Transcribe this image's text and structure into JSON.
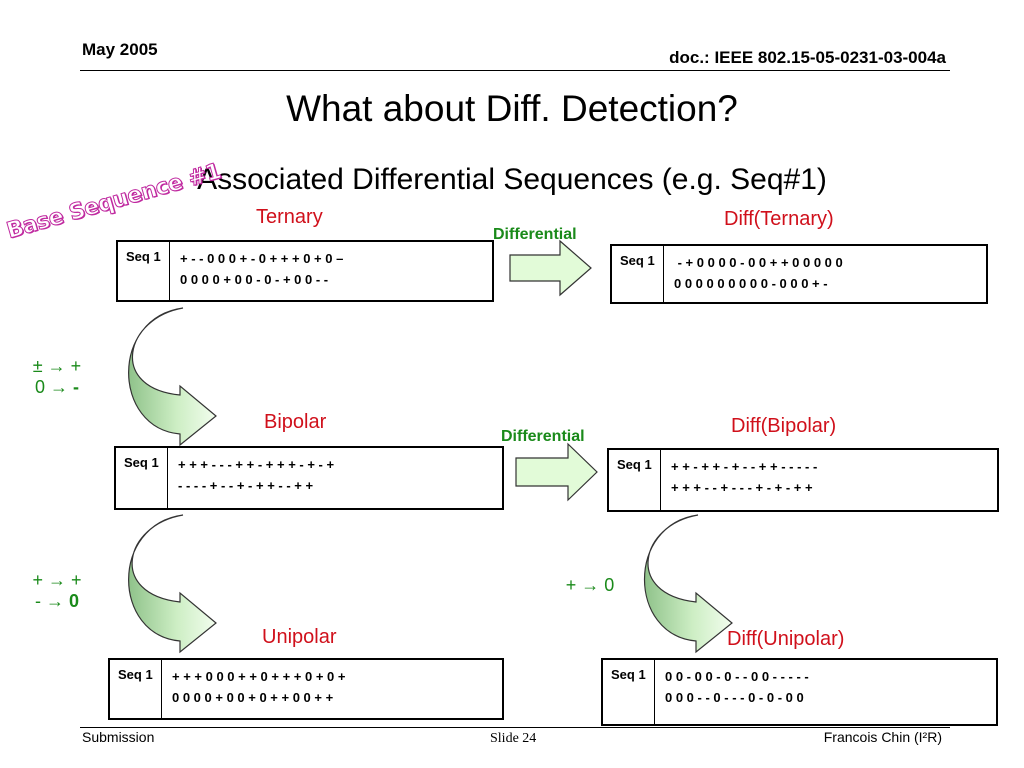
{
  "header": {
    "date": "May 2005",
    "doc": "doc.: IEEE 802.15-05-0231-03-004a"
  },
  "title": "What about Diff. Detection?",
  "subtitle": "Associated Differential Sequences (e.g. Seq#1)",
  "stamp": "Base Sequence #1",
  "labels": {
    "ternary": "Ternary",
    "diff_ternary": "Diff(Ternary)",
    "bipolar": "Bipolar",
    "diff_bipolar": "Diff(Bipolar)",
    "unipolar": "Unipolar",
    "diff_unipolar": "Diff(Unipolar)",
    "differential_1": "Differential",
    "differential_2": "Differential"
  },
  "rules": {
    "r1_line1": "± → +",
    "r1_line2_a": "0 → ",
    "r1_line2_b": "-",
    "r2_line1": "+ → +",
    "r2_line2_a": "- → ",
    "r2_line2_b": "0",
    "r3": "+ → 0"
  },
  "tables": {
    "ternary": {
      "head": "Seq 1",
      "line1": "+ - - 0 0 0 + - 0 + + + 0 + 0 –",
      "line2": "0 0 0 0 + 0 0 - 0 - + 0 0 - -"
    },
    "diff_ternary": {
      "head": "Seq 1",
      "line1": " - + 0 0 0 0 - 0 0 + + 0 0 0 0 0",
      "line2": "0 0 0 0 0 0 0 0 0 - 0 0 0 + -"
    },
    "bipolar": {
      "head": "Seq 1",
      "line1": "+ + + - - - + + - + + + - + - +",
      "line2": "- - - - + - - + - + + - - + +"
    },
    "diff_bipolar": {
      "head": "Seq 1",
      "line1": "+ + - + + - + - - + + - - - - -",
      "line2": "+ + + - - + - - - + - + - + +"
    },
    "unipolar": {
      "head": "Seq 1",
      "line1": "+ + + 0 0 0 + + 0 + + + 0 + 0 +",
      "line2": "0 0 0 0 + 0 0 + 0 + + 0 0 + +"
    },
    "diff_unipolar": {
      "head": "Seq 1",
      "line1": "0 0 - 0 0 - 0 - - 0 0 - - - - -",
      "line2": "0 0 0 - - 0 - - - 0 - 0 - 0 0"
    }
  },
  "footer": {
    "left": "Submission",
    "center": "Slide 24",
    "right": "Francois Chin (I²R)"
  },
  "colors": {
    "red": "#d0101b",
    "green": "#1a8a1a",
    "stamp": "#c02aa0",
    "arrow_fill": "#e2fbd8",
    "curved_fill_dark": "#8fc28a"
  }
}
